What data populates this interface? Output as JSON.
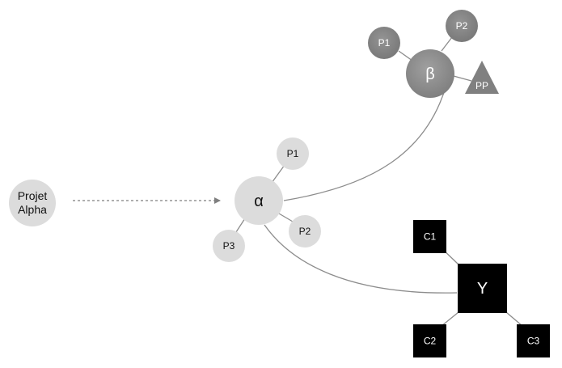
{
  "project": {
    "line1": "Projet",
    "line2": "Alpha"
  },
  "alpha": {
    "label": "α",
    "children": [
      "P1",
      "P2",
      "P3"
    ]
  },
  "beta": {
    "label": "β",
    "children": [
      "P1",
      "P2"
    ],
    "triangle_label": "PP"
  },
  "gamma": {
    "label": "Y",
    "children": [
      "C1",
      "C2",
      "C3"
    ]
  },
  "colors": {
    "light_node": "#dcdcdc",
    "light_text": "#111111",
    "beta_node": "#8a8a8a",
    "beta_child": "#808080",
    "white_text": "#ffffff",
    "gamma_node": "#000000",
    "connector": "#8c8c8c",
    "dashed_arrow": "#7f7f7f"
  }
}
